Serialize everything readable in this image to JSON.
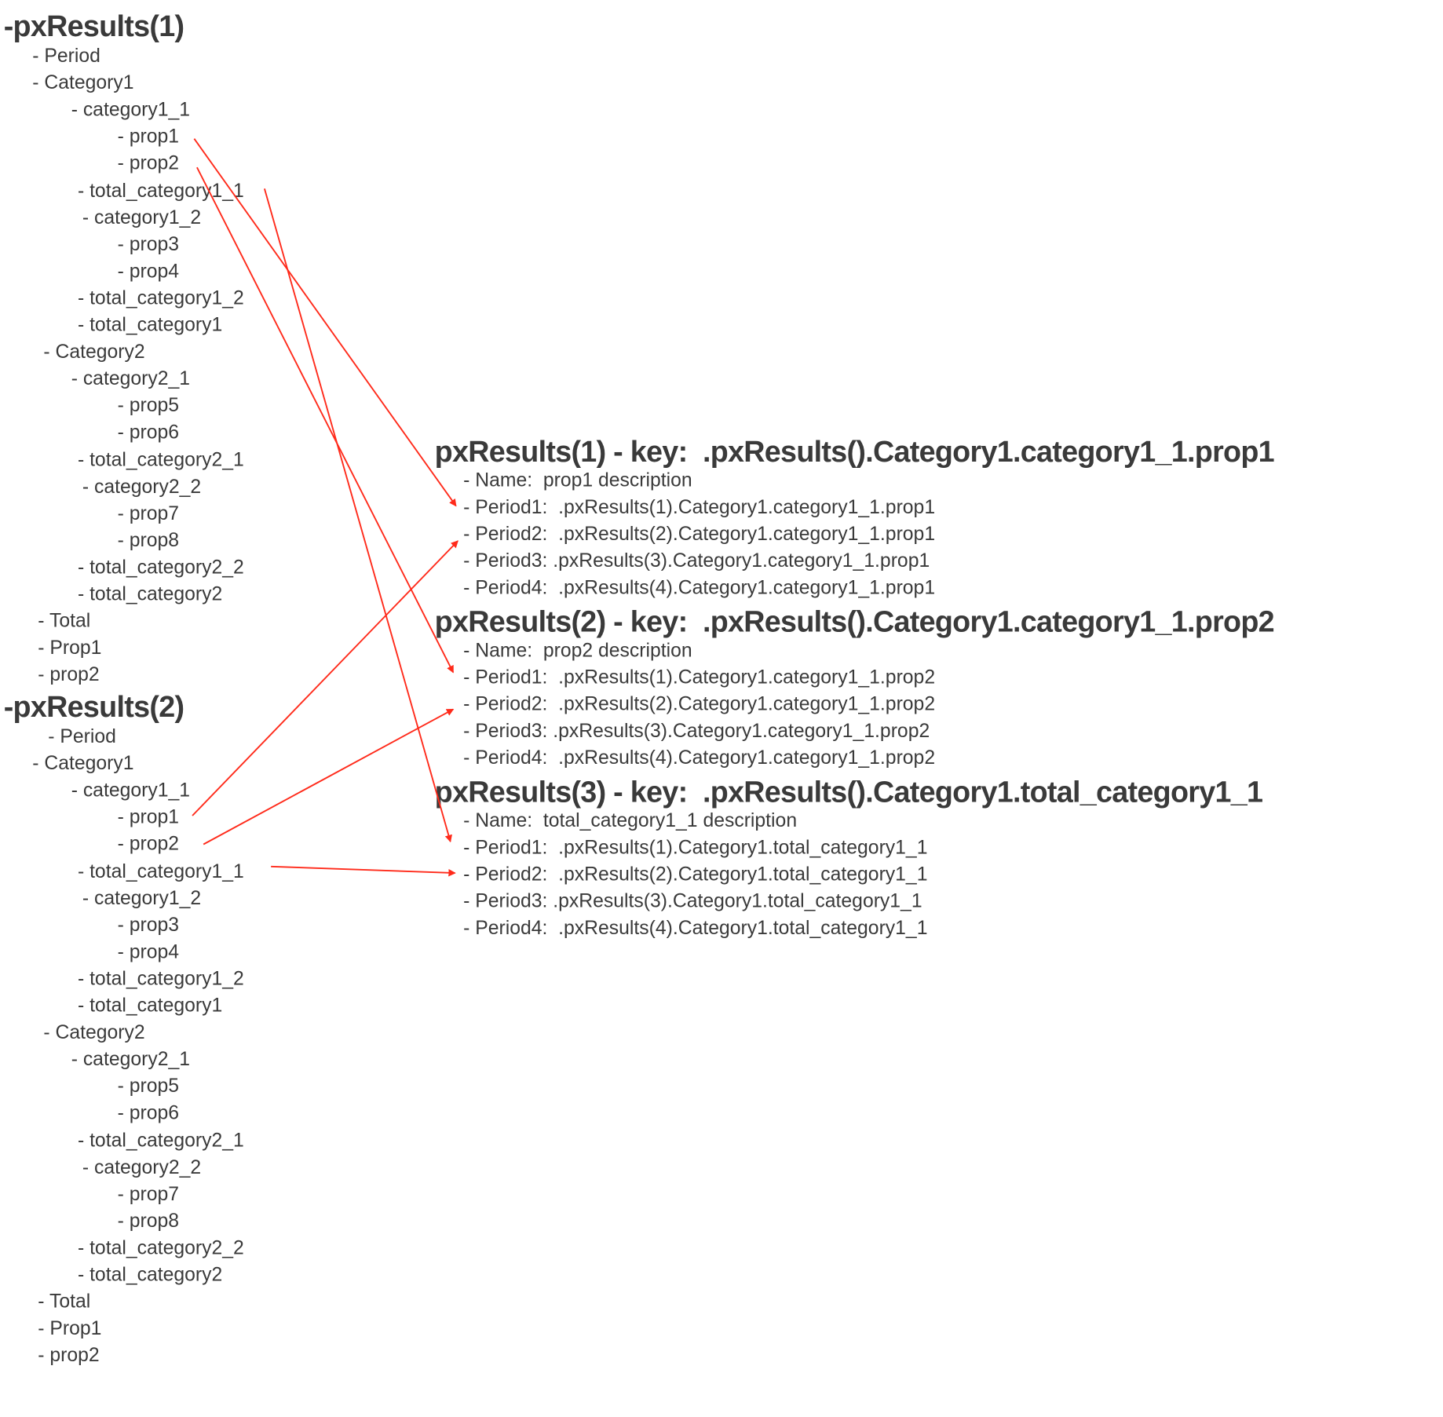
{
  "left_trees": [
    {
      "title": "-pxResults(1)",
      "items": [
        {
          "label": "- Period",
          "level": 0
        },
        {
          "label": "- Category1",
          "level": 0
        },
        {
          "label": "- category1_1",
          "level": 2
        },
        {
          "label": "- prop1",
          "level": 3
        },
        {
          "label": "- prop2",
          "level": 3
        },
        {
          "label": "- total_category1_1",
          "level": 1
        },
        {
          "label": "- category1_2",
          "level": 4
        },
        {
          "label": "- prop3",
          "level": 3
        },
        {
          "label": "- prop4",
          "level": 3
        },
        {
          "label": "- total_category1_2",
          "level": 1
        },
        {
          "label": "- total_category1",
          "level": 1
        },
        {
          "label": "- Category2",
          "level": 5
        },
        {
          "label": "- category2_1",
          "level": 2
        },
        {
          "label": "- prop5",
          "level": 3
        },
        {
          "label": "- prop6",
          "level": 3
        },
        {
          "label": "- total_category2_1",
          "level": 1
        },
        {
          "label": "- category2_2",
          "level": 4
        },
        {
          "label": "- prop7",
          "level": 3
        },
        {
          "label": "- prop8",
          "level": 3
        },
        {
          "label": "- total_category2_2",
          "level": 1
        },
        {
          "label": "- total_category2",
          "level": 1
        },
        {
          "label": "- Total",
          "level": 6
        },
        {
          "label": "- Prop1",
          "level": 6
        },
        {
          "label": "- prop2",
          "level": 6
        }
      ]
    },
    {
      "title": "-pxResults(2)",
      "items": [
        {
          "label": "- Period",
          "level": 7
        },
        {
          "label": "- Category1",
          "level": 0
        },
        {
          "label": "- category1_1",
          "level": 2
        },
        {
          "label": "- prop1",
          "level": 3
        },
        {
          "label": "- prop2",
          "level": 3
        },
        {
          "label": "- total_category1_1",
          "level": 1
        },
        {
          "label": "- category1_2",
          "level": 4
        },
        {
          "label": "- prop3",
          "level": 3
        },
        {
          "label": "- prop4",
          "level": 3
        },
        {
          "label": "- total_category1_2",
          "level": 1
        },
        {
          "label": "- total_category1",
          "level": 1
        },
        {
          "label": "- Category2",
          "level": 5
        },
        {
          "label": "- category2_1",
          "level": 2
        },
        {
          "label": "- prop5",
          "level": 3
        },
        {
          "label": "- prop6",
          "level": 3
        },
        {
          "label": "- total_category2_1",
          "level": 1
        },
        {
          "label": "- category2_2",
          "level": 4
        },
        {
          "label": "- prop7",
          "level": 3
        },
        {
          "label": "- prop8",
          "level": 3
        },
        {
          "label": "- total_category2_2",
          "level": 1
        },
        {
          "label": "- total_category2",
          "level": 1
        },
        {
          "label": "- Total",
          "level": 6
        },
        {
          "label": "- Prop1",
          "level": 6
        },
        {
          "label": "- prop2",
          "level": 6
        }
      ]
    }
  ],
  "result_blocks": [
    {
      "title": "pxResults(1) - key:  .pxResults().Category1.category1_1.prop1",
      "lines": [
        "- Name:  prop1 description",
        "- Period1:  .pxResults(1).Category1.category1_1.prop1",
        "- Period2:  .pxResults(2).Category1.category1_1.prop1",
        "- Period3: .pxResults(3).Category1.category1_1.prop1",
        "- Period4:  .pxResults(4).Category1.category1_1.prop1"
      ]
    },
    {
      "title": "pxResults(2) - key:  .pxResults().Category1.category1_1.prop2",
      "lines": [
        "- Name:  prop2 description",
        "- Period1:  .pxResults(1).Category1.category1_1.prop2",
        "- Period2:  .pxResults(2).Category1.category1_1.prop2",
        "- Period3: .pxResults(3).Category1.category1_1.prop2",
        "- Period4:  .pxResults(4).Category1.category1_1.prop2"
      ]
    },
    {
      "title": "pxResults(3) - key:  .pxResults().Category1.total_category1_1",
      "lines": [
        "- Name:  total_category1_1 description",
        "- Period1:  .pxResults(1).Category1.total_category1_1",
        "- Period2:  .pxResults(2).Category1.total_category1_1",
        "- Period3: .pxResults(3).Category1.total_category1_1",
        "- Period4:  .pxResults(4).Category1.total_category1_1"
      ]
    }
  ],
  "arrow_color": "#ff2a1a",
  "text_color": "#3a3a3a"
}
